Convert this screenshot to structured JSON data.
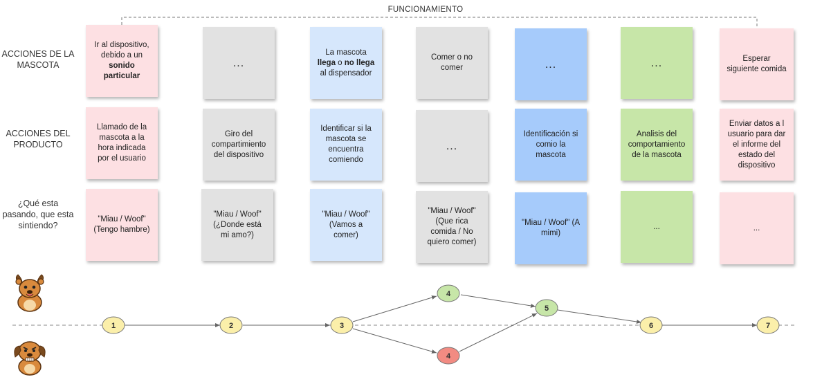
{
  "title": "FUNCIONAMIENTO",
  "row_labels": {
    "pet_actions": "ACCIONES DE LA MASCOTA",
    "product_actions": "ACCIONES DEL PRODUCTO",
    "feelings": "¿Qué esta pasando, que esta sintiendo?"
  },
  "columns": [
    {
      "pet": {
        "parts": [
          "Ir al dispositivo, debido a un ",
          "sonido particular",
          ""
        ]
      },
      "product": "Llamado de la mascota a la hora indicada por el usuario",
      "feeling": "\"Miau / Woof\" (Tengo hambre)"
    },
    {
      "pet": {
        "parts": [
          "...",
          "",
          ""
        ]
      },
      "product": "Giro del compartimiento del dispositivo",
      "feeling": "\"Miau / Woof\" (¿Donde está mi amo?)"
    },
    {
      "pet": {
        "parts": [
          "La mascota ",
          "llega",
          " o "
        ],
        "parts2": [
          "no llega",
          " al dispensador"
        ]
      },
      "product": "Identificar si la mascota se encuentra comiendo",
      "feeling": "\"Miau / Woof\" (Vamos a comer)"
    },
    {
      "pet": {
        "parts": [
          "Comer o no comer",
          "",
          ""
        ]
      },
      "product": "...",
      "feeling": "\"Miau / Woof\" (Que rica comida / No quiero comer)"
    },
    {
      "pet": {
        "parts": [
          "...",
          "",
          ""
        ]
      },
      "product": "Identificación si comio la mascota",
      "feeling": "\"Miau / Woof\" (A mimi)"
    },
    {
      "pet": {
        "parts": [
          "...",
          "",
          ""
        ]
      },
      "product": "Analisis del comportamiento de la mascota",
      "feeling": "..."
    },
    {
      "pet": {
        "parts": [
          "Esperar siguiente comida",
          "",
          ""
        ]
      },
      "product": "Enviar datos a l usuario para dar el informe del estado del dispositivo",
      "feeling": "..."
    }
  ],
  "flow_nodes": [
    {
      "id": "n1",
      "label": "1",
      "color": "#fbefaa"
    },
    {
      "id": "n2",
      "label": "2",
      "color": "#fbefaa"
    },
    {
      "id": "n3",
      "label": "3",
      "color": "#fbefaa"
    },
    {
      "id": "n4a",
      "label": "4",
      "color": "#c7e6a8"
    },
    {
      "id": "n4b",
      "label": "4",
      "color": "#f28b82"
    },
    {
      "id": "n5",
      "label": "5",
      "color": "#c7e6a8"
    },
    {
      "id": "n6",
      "label": "6",
      "color": "#fbefaa"
    },
    {
      "id": "n7",
      "label": "7",
      "color": "#fbefaa"
    }
  ],
  "colors": {
    "pink": "#fde0e3",
    "grey": "#e2e2e2",
    "light_blue": "#d6e7fc",
    "blue": "#a6cbfb",
    "green": "#c7e6a8",
    "node_yellow": "#fbefaa",
    "node_red": "#f28b82"
  }
}
